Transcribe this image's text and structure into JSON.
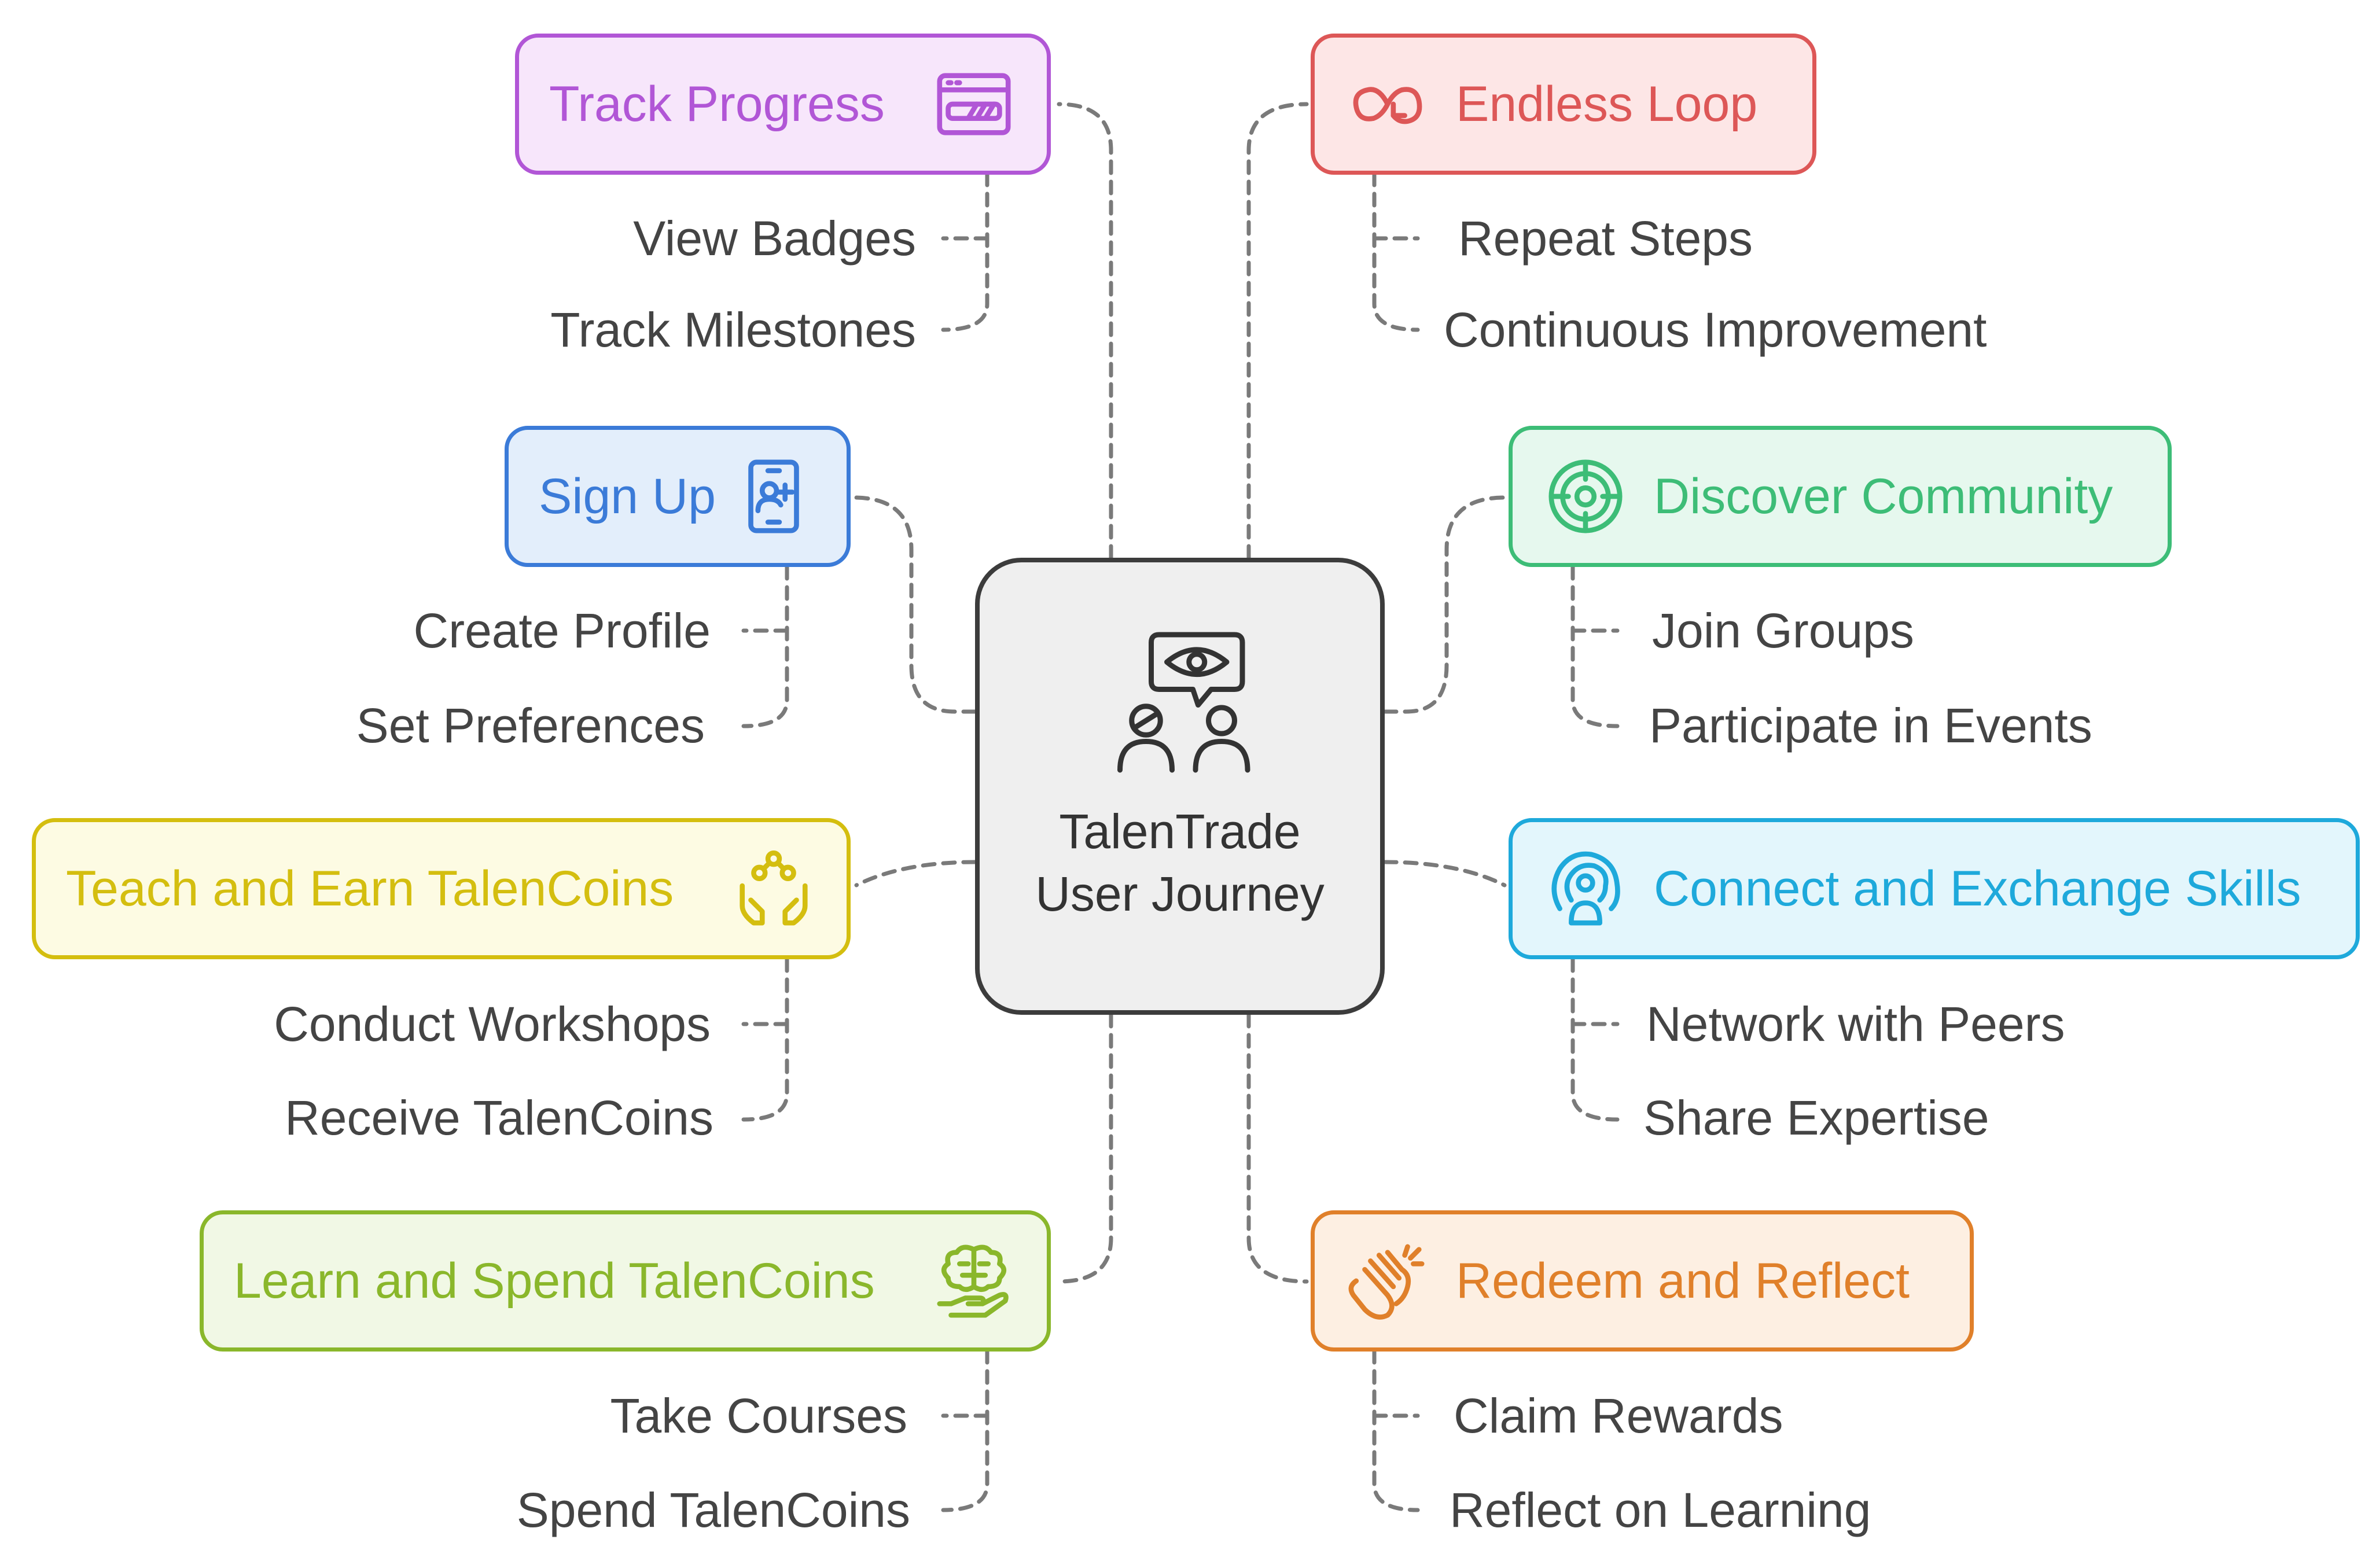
{
  "center": {
    "title": "TalenTrade User Journey",
    "icon": "eye-chat-people-icon"
  },
  "branches": [
    {
      "id": "track-progress",
      "label": "Track Progress",
      "icon": "progress-bar-icon",
      "color": "#b156d6",
      "bg": "#f7e6fb",
      "items": [
        "View Badges",
        "Track Milestones"
      ]
    },
    {
      "id": "sign-up",
      "label": "Sign Up",
      "icon": "add-user-phone-icon",
      "color": "#3b7bd8",
      "bg": "#e3eefb",
      "items": [
        "Create Profile",
        "Set Preferences"
      ]
    },
    {
      "id": "teach-earn",
      "label": "Teach and Earn TalenCoins",
      "icon": "hands-network-icon",
      "color": "#d4be0f",
      "bg": "#fdfbe3",
      "items": [
        "Conduct Workshops",
        "Receive TalenCoins"
      ]
    },
    {
      "id": "learn-spend",
      "label": "Learn and Spend TalenCoins",
      "icon": "brain-hand-icon",
      "color": "#8ab72b",
      "bg": "#f1f8e5",
      "items": [
        "Take Courses",
        "Spend TalenCoins"
      ]
    },
    {
      "id": "endless-loop",
      "label": "Endless Loop",
      "icon": "infinity-loop-icon",
      "color": "#dd5757",
      "bg": "#fde6e6",
      "items": [
        "Repeat Steps",
        "Continuous Improvement"
      ]
    },
    {
      "id": "discover-community",
      "label": "Discover Community",
      "icon": "compass-target-icon",
      "color": "#3dbd77",
      "bg": "#e6f8ee",
      "items": [
        "Join Groups",
        "Participate in Events"
      ]
    },
    {
      "id": "connect-exchange",
      "label": "Connect and Exchange Skills",
      "icon": "broadcast-person-icon",
      "color": "#1ea9db",
      "bg": "#e3f6fc",
      "items": [
        "Network with Peers",
        "Share Expertise"
      ]
    },
    {
      "id": "redeem-reflect",
      "label": "Redeem and Reflect",
      "icon": "clapping-hands-icon",
      "color": "#e0802a",
      "bg": "#fdefe2",
      "items": [
        "Claim Rewards",
        "Reflect on Learning"
      ]
    }
  ]
}
